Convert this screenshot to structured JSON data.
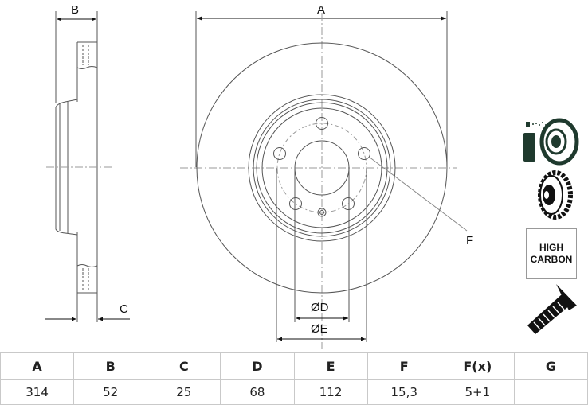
{
  "drawing": {
    "labels": {
      "A": "A",
      "B": "B",
      "C": "C",
      "F": "F",
      "D": "ØD",
      "E": "ØE"
    },
    "badge_text": [
      "HIGH",
      "CARBON"
    ],
    "icons": [
      "spray-disc-icon",
      "vented-disc-icon",
      "high-carbon-badge",
      "screw-icon"
    ]
  },
  "table": {
    "headers": [
      "A",
      "B",
      "C",
      "D",
      "E",
      "F",
      "F(x)",
      "G"
    ],
    "values": [
      "314",
      "52",
      "25",
      "68",
      "112",
      "15,3",
      "5+1",
      ""
    ]
  }
}
